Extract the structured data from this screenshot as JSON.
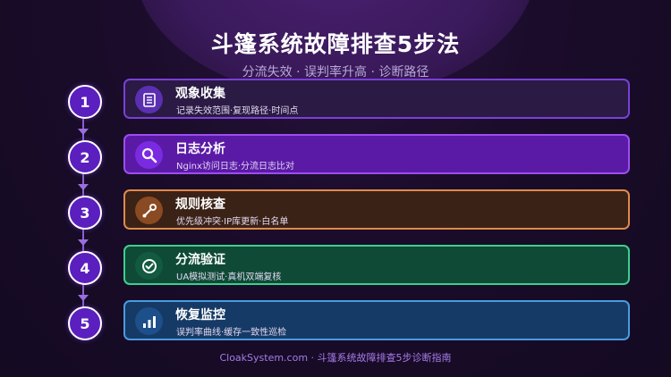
{
  "header": {
    "title": "斗篷系统故障排查5步法",
    "subtitle": "分流失效 · 误判率升高 · 诊断路径"
  },
  "steps": [
    {
      "number": "1",
      "title": "观象收集",
      "desc": "记录失效范围·复现路径·时间点",
      "icon": "document-icon",
      "border": "#7b3fd9",
      "bg": "#2a1a44",
      "icon_bg": "#5a2fb0"
    },
    {
      "number": "2",
      "title": "日志分析",
      "desc": "Nginx访问日志·分流日志比对",
      "icon": "search-icon",
      "border": "#9b4ef0",
      "bg": "#5a1aa6",
      "icon_bg": "#7a2ae0"
    },
    {
      "number": "3",
      "title": "规则核查",
      "desc": "优先级冲突·IP库更新·白名单",
      "icon": "key-icon",
      "border": "#e08a4a",
      "bg": "#3b2216",
      "icon_bg": "#8a4a22"
    },
    {
      "number": "4",
      "title": "分流验证",
      "desc": "UA模拟测试·真机双端复核",
      "icon": "check-circle-icon",
      "border": "#3ecf8e",
      "bg": "#0f4a36",
      "icon_bg": "#125a40"
    },
    {
      "number": "5",
      "title": "恢复监控",
      "desc": "误判率曲线·缓存一致性巡检",
      "icon": "bar-chart-icon",
      "border": "#4a9be0",
      "bg": "#163a66",
      "icon_bg": "#1d4f8a"
    }
  ],
  "footer": "CloakSystem.com · 斗篷系统故障排查5步诊断指南"
}
